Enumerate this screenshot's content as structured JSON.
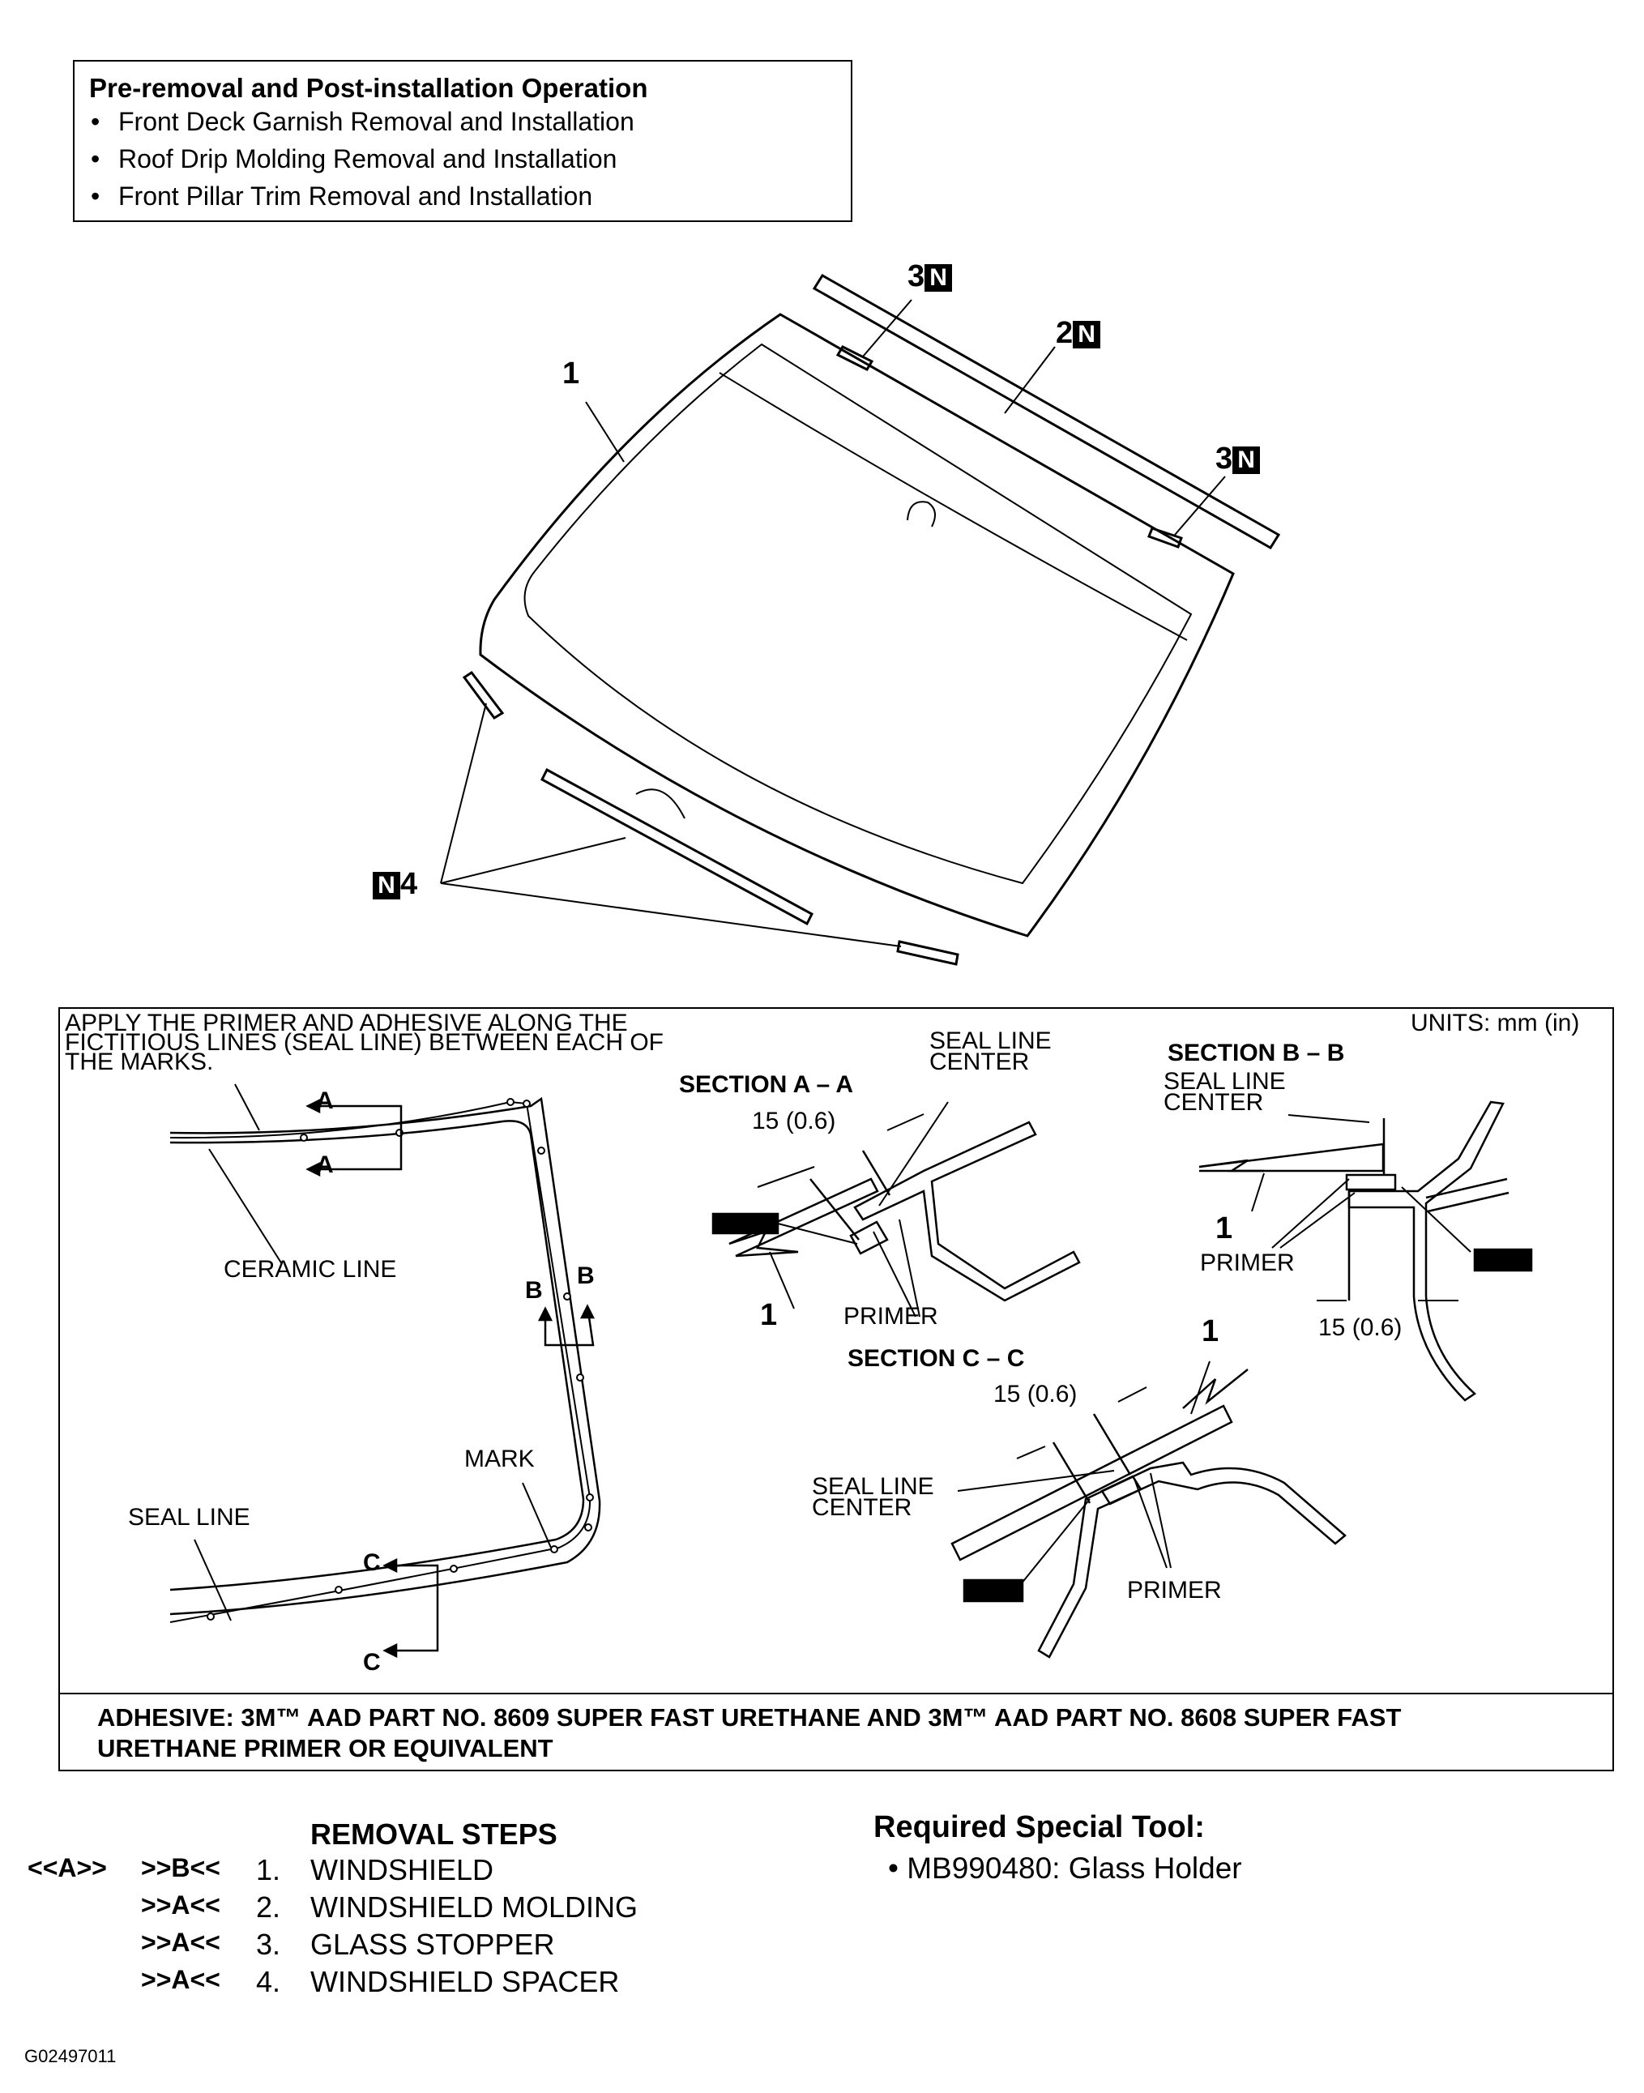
{
  "pre_removal": {
    "title": "Pre-removal and Post-installation Operation",
    "items": [
      "Front Deck Garnish Removal and Installation",
      "Roof Drip Molding Removal and Installation",
      "Front Pillar Trim Removal and Installation"
    ]
  },
  "exploded_view": {
    "callout_1": "1",
    "callout_2": "2",
    "callout_3a": "3",
    "callout_3b": "3",
    "callout_4": "4",
    "new_part_mark": "N"
  },
  "detail": {
    "units": "UNITS: mm (in)",
    "instruction_lines": [
      "APPLY THE PRIMER AND ADHESIVE ALONG THE",
      "FICTITIOUS LINES (SEAL LINE) BETWEEN EACH OF",
      "THE MARKS."
    ],
    "ceramic_line": "CERAMIC LINE",
    "seal_line": "SEAL LINE",
    "mark": "MARK",
    "letter_a": "A",
    "letter_b": "B",
    "letter_c": "C",
    "section_a": {
      "title": "SECTION A – A",
      "seal_line_center": [
        "SEAL LINE",
        "CENTER"
      ],
      "dimension": "15 (0.6)",
      "primer": "PRIMER",
      "part": "1"
    },
    "section_b": {
      "title": "SECTION B – B",
      "seal_line_center": [
        "SEAL LINE",
        "CENTER"
      ],
      "dimension": "15 (0.6)",
      "primer": "PRIMER",
      "part": "1"
    },
    "section_c": {
      "title": "SECTION C – C",
      "seal_line_center": [
        "SEAL LINE",
        "CENTER"
      ],
      "dimension": "15 (0.6)",
      "primer": "PRIMER",
      "part": "1"
    },
    "adhesive_lines": [
      "ADHESIVE: 3M™ AAD PART NO. 8609 SUPER FAST URETHANE AND 3M™ AAD PART NO. 8608 SUPER FAST",
      "URETHANE PRIMER OR EQUIVALENT"
    ]
  },
  "removal_steps": {
    "title": "REMOVAL STEPS",
    "steps": [
      {
        "code_pre": "<<A>>",
        "code": ">>B<<",
        "num": "1.",
        "name": "WINDSHIELD"
      },
      {
        "code_pre": "",
        "code": ">>A<<",
        "num": "2.",
        "name": "WINDSHIELD MOLDING"
      },
      {
        "code_pre": "",
        "code": ">>A<<",
        "num": "3.",
        "name": "GLASS STOPPER"
      },
      {
        "code_pre": "",
        "code": ">>A<<",
        "num": "4.",
        "name": "WINDSHIELD SPACER"
      }
    ]
  },
  "special_tool": {
    "title": "Required Special Tool:",
    "item": "MB990480: Glass Holder"
  },
  "figure_id": "G02497011"
}
